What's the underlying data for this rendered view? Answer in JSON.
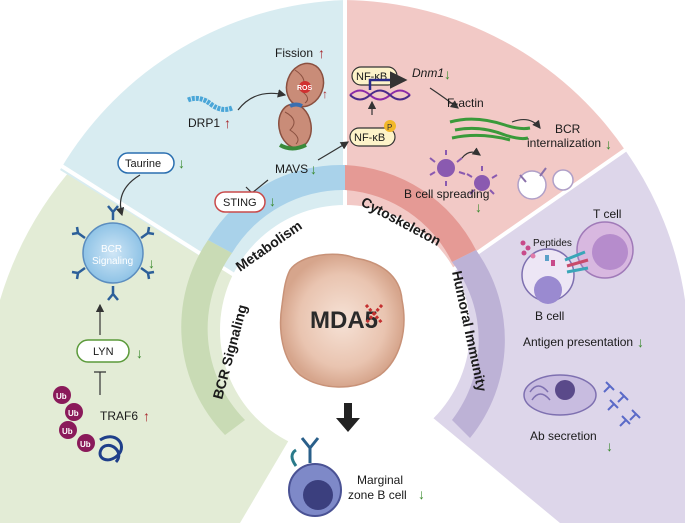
{
  "colors": {
    "bcr_signaling": "#e3ecd6",
    "metabolism": "#d8ecf1",
    "cytoskeleton": "#f2c9c6",
    "humoral_immunity": "#ddd6ea",
    "up_arrow": "#a8282c",
    "down_arrow": "#3a8a2e"
  },
  "sections": {
    "bcr_signaling": {
      "band_label": "BCR Signaling",
      "taurine": "Taurine",
      "bcr_signaling_node": "BCR\nSignaling",
      "lyn": "LYN",
      "traf6": "TRAF6",
      "ub": "Ub"
    },
    "metabolism": {
      "band_label": "Metabolism",
      "drp1": "DRP1",
      "fission": "Fission",
      "ros": "ROS",
      "mavs": "MAVS",
      "sting": "STING"
    },
    "cytoskeleton": {
      "band_label": "Cytoskeleton",
      "nfkb": "NF-κB",
      "nfkb_p": "NF-κB",
      "p": "P",
      "dnm1": "Dnm1",
      "factin": "F-actin",
      "bcr_internalization_1": "BCR",
      "bcr_internalization_2": "internalization",
      "b_cell_spreading": "B cell spreading"
    },
    "humoral_immunity": {
      "band_label": "Humoral Immunity",
      "t_cell": "T cell",
      "peptides": "Peptides",
      "b_cell": "B cell",
      "antigen_presentation": "Antigen presentation",
      "ab_secretion": "Ab secretion"
    },
    "center": {
      "mda5": "MDA5",
      "marginal_1": "Marginal",
      "marginal_2": "zone B cell"
    }
  }
}
